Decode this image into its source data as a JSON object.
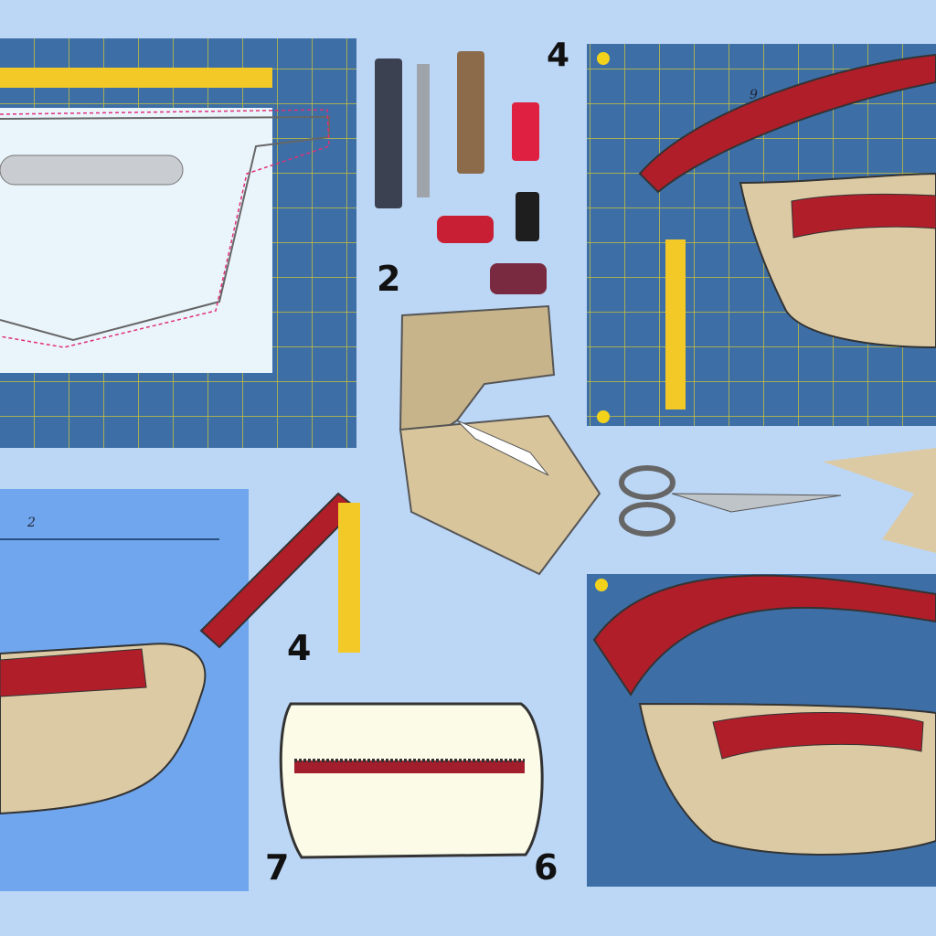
{
  "labels": {
    "step_top": "4",
    "step_thread": "2",
    "step_ruler": "4",
    "step_pouch_left": "7",
    "step_pouch_right": "6",
    "mat_small_left": "2",
    "mat_small_top_right": "9"
  },
  "colors": {
    "background": "#bcd6f6",
    "mat": "#3d6fa6",
    "grid": "#c9c23a",
    "strap": "#b01e2a",
    "fabric": "#dccaa4"
  }
}
